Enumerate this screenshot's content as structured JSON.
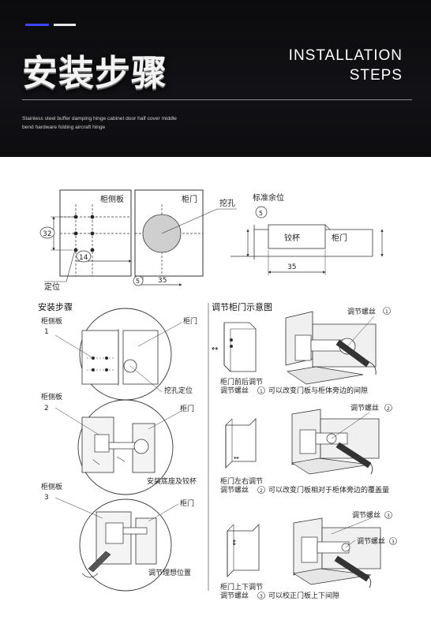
{
  "header": {
    "cn_title": "安装步骤",
    "en_title_line1": "INSTALLATION",
    "en_title_line2": "STEPS",
    "subtitle_line1": "Stainless steel buffer damping hinge cabinet door half cover middle",
    "subtitle_line2": "bend hardware folding aircraft hinge"
  },
  "top_diagram": {
    "cabinet_side_panel": "柜侧板",
    "cabinet_door": "柜门",
    "dig_hole": "挖孔",
    "positioning": "定位",
    "dim_32": "32",
    "dim_14": "14",
    "dim_5": "5",
    "dim_35": "35",
    "standard_margin": "标准余位",
    "margin_5": "5",
    "hinge_cup": "铰杯",
    "door_label": "柜门",
    "cup_35": "35"
  },
  "install_steps": {
    "title": "安装步骤",
    "step1_side": "柜侧板",
    "step1_num": "1",
    "step1_door": "柜门",
    "step1_note": "挖孔定位",
    "step2_side": "柜侧板",
    "step2_num": "2",
    "step2_door": "柜门",
    "step2_note": "安装底座及铰杯",
    "step3_side": "柜侧板",
    "step3_num": "3",
    "step3_door": "柜门",
    "step3_note": "调节理想位置"
  },
  "adjust": {
    "title": "调节柜门示意图",
    "screw1": "调节螺丝",
    "screw1_num": "1",
    "adj1_line1": "柜门前后调节",
    "adj1_line2a": "调节螺丝",
    "adj1_line2num": "1",
    "adj1_line2b": "可以改变门板与柜体旁边的间隙",
    "screw2": "调节螺丝",
    "screw2_num": "2",
    "adj2_line1": "柜门左右调节",
    "adj2_line2a": "调节螺丝",
    "adj2_line2num": "2",
    "adj2_line2b": "可以改变门板相对于柜体旁边的覆盖量",
    "screw3a": "调节螺丝",
    "screw3a_num": "3",
    "screw3b": "调节螺丝",
    "screw3b_num": "3",
    "adj3_line1": "柜门上下调节",
    "adj3_line2a": "调节螺丝",
    "adj3_line2num": "3",
    "adj3_line2b": "可以校正门板上下间隙"
  }
}
